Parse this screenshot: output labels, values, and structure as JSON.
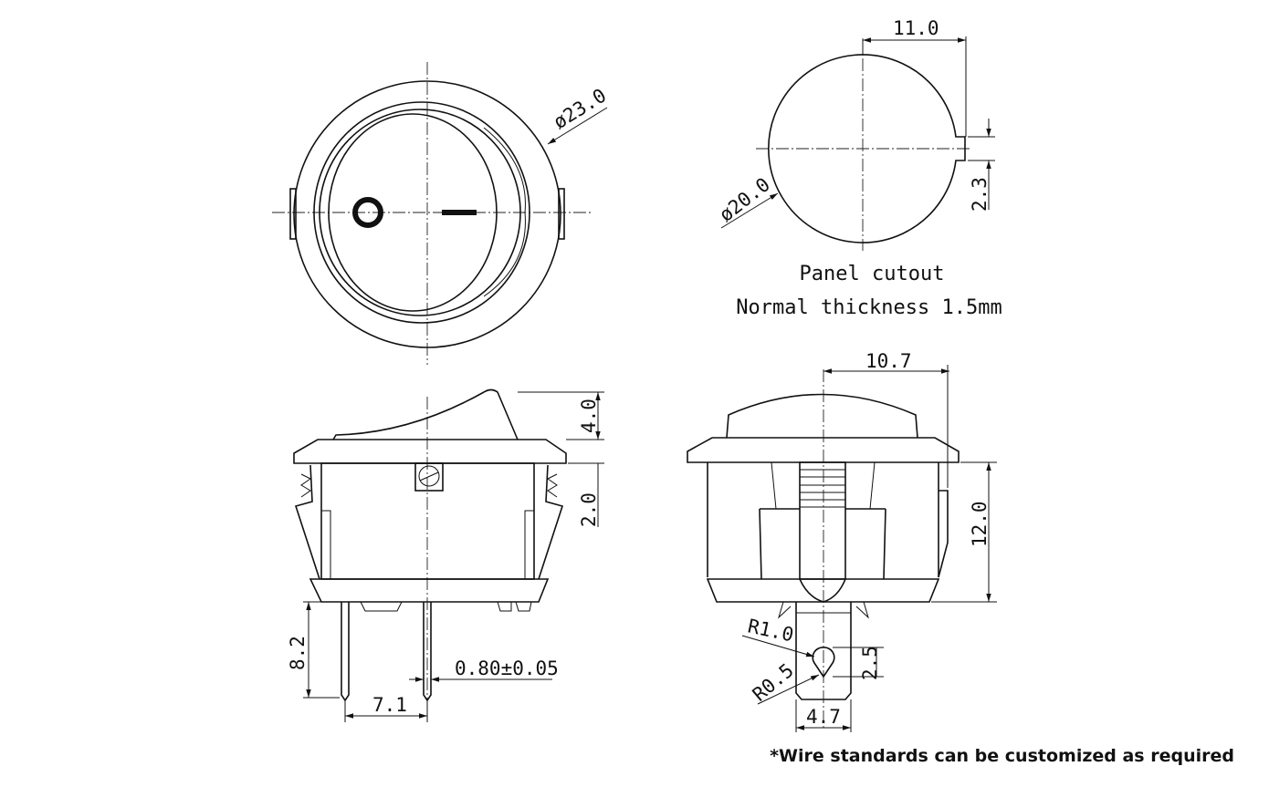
{
  "front_view": {
    "diameter_label": "ø23.0"
  },
  "panel_cutout": {
    "width_label": "11.0",
    "notch_label": "2.3",
    "diameter_label": "ø20.0",
    "caption_line1": "Panel cutout",
    "caption_line2": "Normal thickness 1.5mm"
  },
  "side_view": {
    "rocker_height_label": "4.0",
    "panel_label": "2.0",
    "pin_length_label": "8.2",
    "pin_pitch_label": "7.1",
    "pin_width_label": "0.80±0.05"
  },
  "end_view": {
    "half_width_label": "10.7",
    "body_height_label": "12.0",
    "r1_label": "R1.0",
    "r05_label": "R0.5",
    "hole_label": "2.5",
    "terminal_width_label": "4.7"
  },
  "footnote": "*Wire standards can be customized as required"
}
